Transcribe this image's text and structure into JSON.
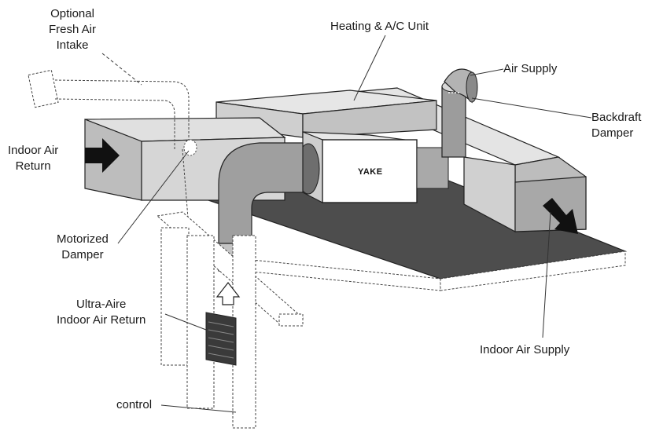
{
  "labels": {
    "fresh_air_intake": [
      "Optional",
      "Fresh Air",
      "Intake"
    ],
    "heating_ac_unit": "Heating & A/C Unit",
    "air_supply": "Air Supply",
    "backdraft_damper": [
      "Backdraft",
      "Damper"
    ],
    "indoor_air_return": [
      "Indoor Air",
      "Return"
    ],
    "unit_brand": "YAKE",
    "motorized_damper": [
      "Motorized",
      "Damper"
    ],
    "ultra_aire_return": [
      "Ultra-Aire",
      "Indoor Air Return"
    ],
    "indoor_air_supply": "Indoor Air Supply",
    "control": "control"
  },
  "colors": {
    "ink": "#1a1a1a",
    "duct_light": "#d9d9d9",
    "duct_mid": "#b5b5b5",
    "duct_dark": "#8e8e8e",
    "floor": "#4d4d4d",
    "arrow": "#111111"
  }
}
